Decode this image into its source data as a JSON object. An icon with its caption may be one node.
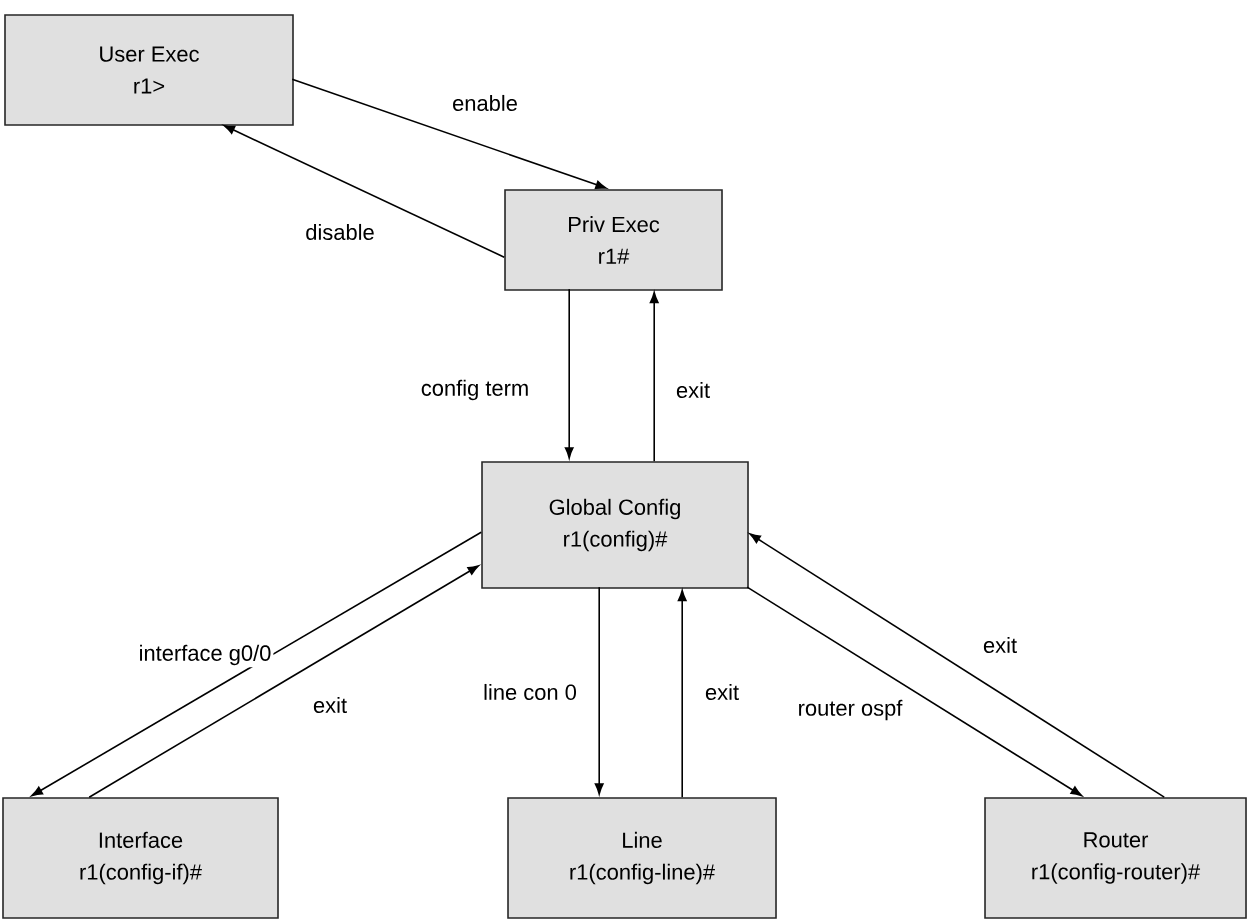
{
  "diagram": {
    "nodes": [
      {
        "text": [
          "User Exec",
          "r1>"
        ]
      },
      {
        "text": [
          "Priv Exec",
          "r1#"
        ]
      },
      {
        "text": [
          "Global Config",
          "r1(config)#"
        ]
      },
      {
        "text": [
          "Interface",
          "r1(config-if)#"
        ]
      },
      {
        "text": [
          "Line",
          "r1(config-line)#"
        ]
      },
      {
        "text": [
          "Router",
          "r1(config-router)#"
        ]
      }
    ],
    "edges": [
      {
        "from": 0,
        "to": 1,
        "arrow": "to",
        "label": "enable"
      },
      {
        "from": 1,
        "to": 0,
        "arrow": "to",
        "label": "disable"
      },
      {
        "from": 1,
        "to": 2,
        "arrow": "to",
        "label": "config term"
      },
      {
        "from": 2,
        "to": 1,
        "arrow": "to",
        "label": "exit"
      },
      {
        "from": 2,
        "to": 3,
        "arrow": "to",
        "label": "interface g0/0"
      },
      {
        "from": 3,
        "to": 2,
        "arrow": "to",
        "label": "exit"
      },
      {
        "from": 2,
        "to": 4,
        "arrow": "to",
        "label": "line con 0"
      },
      {
        "from": 4,
        "to": 2,
        "arrow": "to",
        "label": "exit"
      },
      {
        "from": 2,
        "to": 5,
        "arrow": "to",
        "label": "router ospf"
      },
      {
        "from": 5,
        "to": 2,
        "arrow": "to",
        "label": "exit"
      }
    ]
  }
}
